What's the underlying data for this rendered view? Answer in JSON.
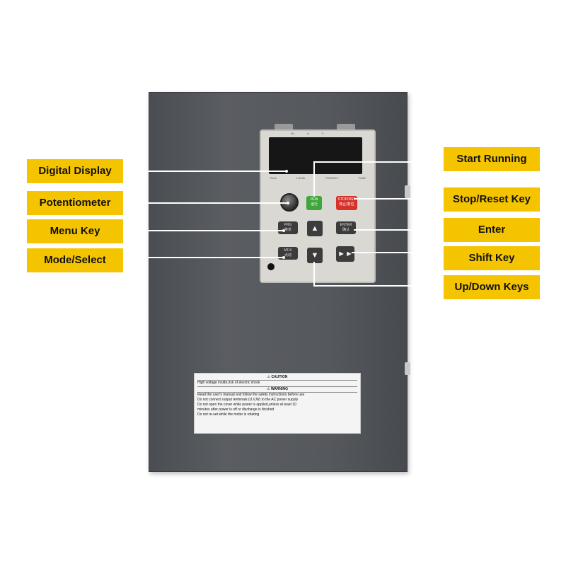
{
  "labels": {
    "digital_display": "Digital Display",
    "potentiometer": "Potentiometer",
    "menu_key": "Menu Key",
    "mode_select": "Mode/Select",
    "start_running": "Start Running",
    "stop_reset_key": "Stop/Reset Key",
    "enter": "Enter",
    "shift_key": "Shift Key",
    "up_down_keys": "Up/Down Keys"
  },
  "keypad": {
    "leds": [
      "Hz",
      "A",
      "V"
    ],
    "status": [
      "RUN",
      "LOCAL",
      "FWD/REV",
      "TUNE"
    ],
    "run_label": "RUN",
    "run_sub": "运行",
    "stop_label": "STOP/RST",
    "stop_sub": "停止/复位",
    "prg_label": "PRG",
    "prg_sub": "菜单",
    "enter_label": "ENTER",
    "enter_sub": "确认",
    "mk_label": "MF.K",
    "mk_sub": "点动"
  },
  "caution_label": {
    "caution": "CAUTION",
    "line1": "High voltage inside,risk of electric shock",
    "warning": "WARNING",
    "lines": [
      "Read the user's manual and follow the safety instructions before use",
      "Do not connect output terminals (U,V,W) to the AC power supply",
      "Do not open the cover while power is applied,unless at least 10",
      "minutes after power is off or discharge is finished",
      "Do not re-set while the motor is rotating"
    ]
  },
  "colors": {
    "callout": "#f5c400",
    "housing": "#55585d",
    "run_key": "#3fa63a",
    "stop_key": "#d6322a"
  }
}
